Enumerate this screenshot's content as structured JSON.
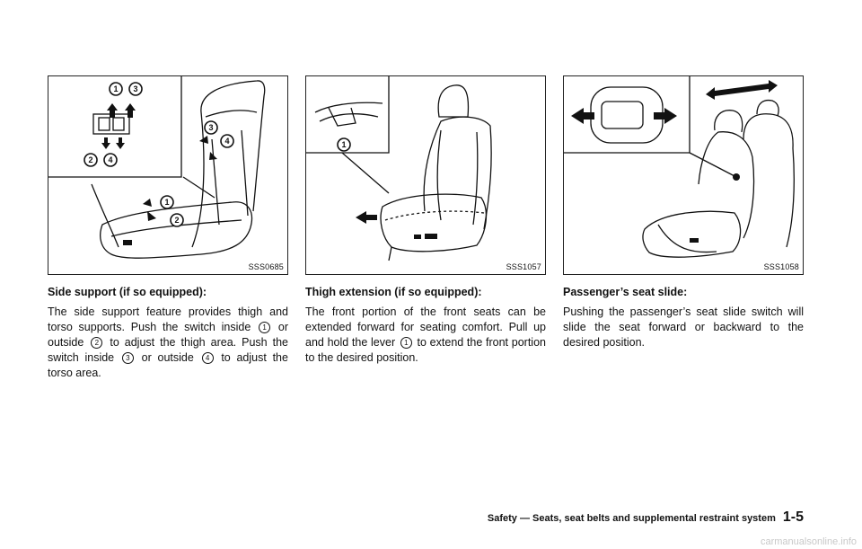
{
  "figures": [
    {
      "code": "SSS0685"
    },
    {
      "code": "SSS1057"
    },
    {
      "code": "SSS1058"
    }
  ],
  "sections": [
    {
      "heading": "Side support (if so equipped):",
      "text_1": "The side support feature provides thigh and torso supports. Push the switch inside",
      "text_2": "or outside",
      "text_3": "to adjust the thigh area. Push the switch inside",
      "text_4": "or outside",
      "text_5": "to adjust the torso area.",
      "markers": [
        "1",
        "2",
        "3",
        "4"
      ]
    },
    {
      "heading": "Thigh extension (if so equipped):",
      "text_1": "The front portion of the front seats can be extended forward for seating comfort. Pull up and hold the lever",
      "text_2": "to extend the front portion to the desired position.",
      "markers": [
        "1"
      ]
    },
    {
      "heading": "Passenger’s seat slide:",
      "text_1": "Pushing the passenger’s seat slide switch will slide the seat forward or backward to the desired position."
    }
  ],
  "footer": {
    "section": "Safety — Seats, seat belts and supplemental restraint system",
    "page": "1-5"
  },
  "watermark": "carmanualsonline.info"
}
